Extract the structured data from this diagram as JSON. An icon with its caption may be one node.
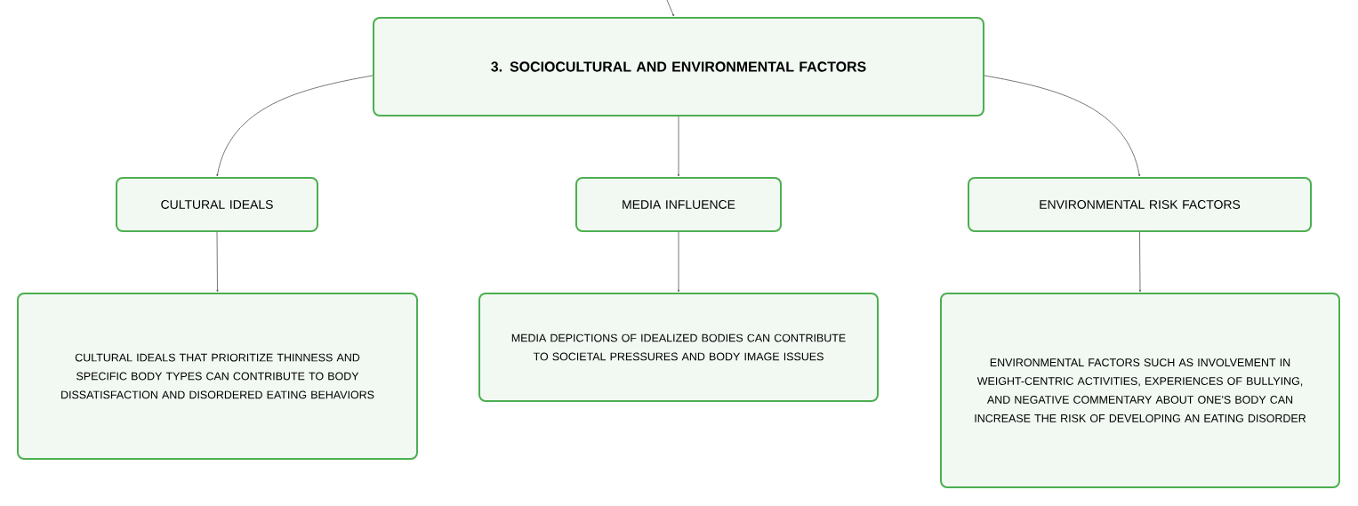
{
  "diagram": {
    "nodes": [
      {
        "text": [
          "3. SOCIOCULTURAL AND ENVIRONMENTAL FACTORS"
        ]
      },
      {
        "text": [
          "CULTURAL IDEALS"
        ]
      },
      {
        "text": [
          "MEDIA INFLUENCE"
        ]
      },
      {
        "text": [
          "ENVIRONMENTAL RISK FACTORS"
        ]
      },
      {
        "text": [
          "CULTURAL IDEALS THAT PRIORITIZE THINNESS AND SPECIFIC BODY TYPES CAN CONTRIBUTE TO BODY DISSATISFACTION AND DISORDERED EATING BEHAVIORS"
        ]
      },
      {
        "text": [
          "MEDIA DEPICTIONS OF IDEALIZED BODIES CAN CONTRIBUTE TO SOCIETAL PRESSURES AND BODY IMAGE ISSUES"
        ]
      },
      {
        "text": [
          "ENVIRONMENTAL FACTORS SUCH AS INVOLVEMENT IN WEIGHT-CENTRIC ACTIVITIES, EXPERIENCES OF BULLYING, AND NEGATIVE COMMENTARY ABOUT ONE'S BODY CAN INCREASE THE RISK OF DEVELOPING AN EATING DISORDER"
        ]
      }
    ],
    "edges": [
      {
        "from": null,
        "to": 0,
        "arrow": "to"
      },
      {
        "from": 0,
        "to": 1,
        "arrow": "to"
      },
      {
        "from": 0,
        "to": 2,
        "arrow": "to"
      },
      {
        "from": 0,
        "to": 3,
        "arrow": "to"
      },
      {
        "from": 1,
        "to": 4,
        "arrow": "to"
      },
      {
        "from": 2,
        "to": 5,
        "arrow": "to"
      },
      {
        "from": 3,
        "to": 6,
        "arrow": "to"
      }
    ]
  }
}
